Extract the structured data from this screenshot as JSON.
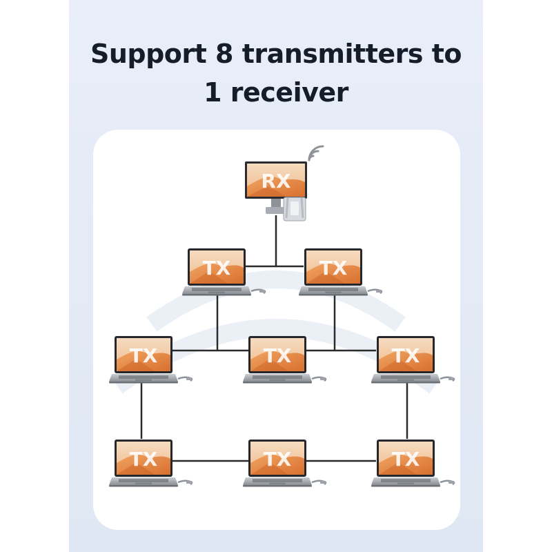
{
  "header": {
    "title_line1": "Support 8 transmitters to",
    "title_line2": "1 receiver"
  },
  "diagram": {
    "receiver": {
      "label": "RX",
      "icon": "monitor-icon"
    },
    "transmitters": [
      {
        "label": "TX",
        "icon": "laptop-icon"
      },
      {
        "label": "TX",
        "icon": "laptop-icon"
      },
      {
        "label": "TX",
        "icon": "laptop-icon"
      },
      {
        "label": "TX",
        "icon": "laptop-icon"
      },
      {
        "label": "TX",
        "icon": "laptop-icon"
      },
      {
        "label": "TX",
        "icon": "laptop-icon"
      },
      {
        "label": "TX",
        "icon": "laptop-icon"
      },
      {
        "label": "TX",
        "icon": "laptop-icon"
      }
    ],
    "signal_icon": "wifi-signal-icon",
    "colors": {
      "screen_sky": "#f2c9a5",
      "screen_dune": "#e98f4d",
      "line": "#2b2b2b",
      "title": "#151d2b"
    }
  }
}
